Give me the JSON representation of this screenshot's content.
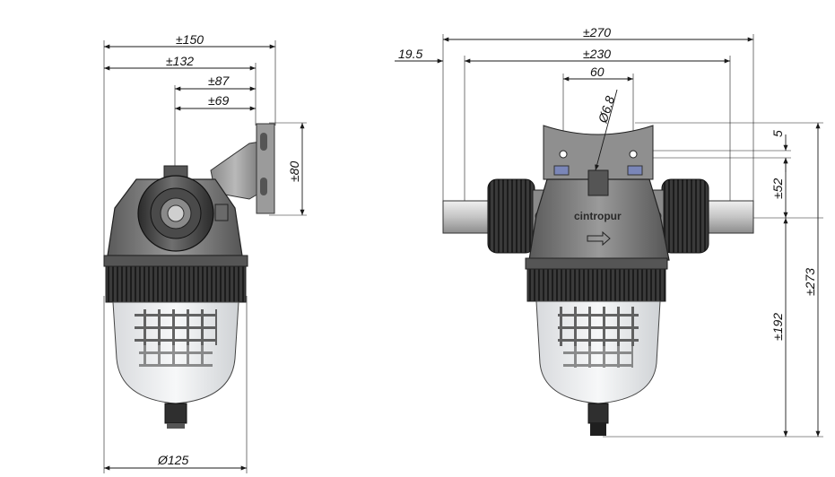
{
  "side_view": {
    "dim_150": "±150",
    "dim_132": "±132",
    "dim_87": "±87",
    "dim_69": "±69",
    "dim_80": "±80",
    "dim_125": "Ø125"
  },
  "front_view": {
    "dim_270": "±270",
    "dim_230": "±230",
    "dim_19_5": "19.5",
    "dim_60": "60",
    "dim_6_8": "Ø6.8",
    "dim_5": "5",
    "dim_52": "±52",
    "dim_192": "±192",
    "dim_273": "±273",
    "brand": "cintropur"
  },
  "colors": {
    "body_dark": "#3e3e3e",
    "body_mid": "#6a6a6a",
    "metal_light": "#cfcfcf",
    "bowl_clear": "#eef0f2",
    "line": "#1a1a1a"
  }
}
